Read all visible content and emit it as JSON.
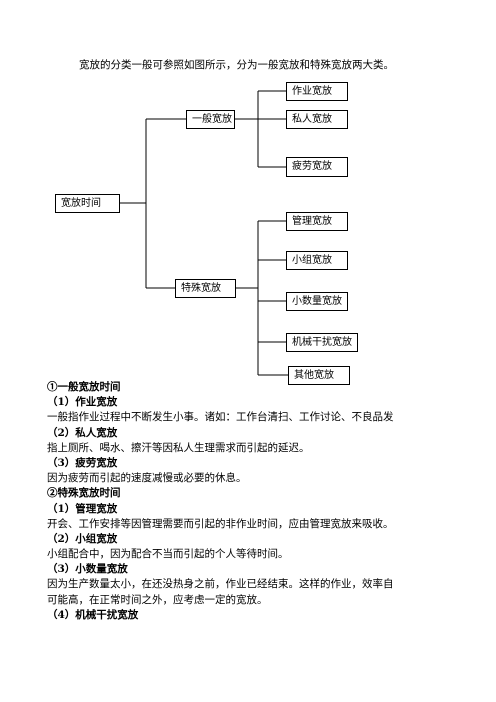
{
  "intro": "宽放的分类一般可参照如图所示，分为一般宽放和特殊宽放两大类。",
  "tree": {
    "root": "宽放时间",
    "general": {
      "label": "一般宽放",
      "children": [
        "作业宽放",
        "私人宽放",
        "疲劳宽放"
      ]
    },
    "special": {
      "label": "特殊宽放",
      "children": [
        "管理宽放",
        "小组宽放",
        "小数量宽放",
        "机械干扰宽放",
        "其他宽放"
      ]
    }
  },
  "sections": [
    {
      "text": "①一般宽放时间",
      "bold": true
    },
    {
      "text": "（1）作业宽放",
      "bold": true
    },
    {
      "text": "一般指作业过程中不断发生小事。诸如：工作台清扫、工作讨论、不良品发",
      "bold": false
    },
    {
      "text": "（2）私人宽放",
      "bold": true
    },
    {
      "text": "指上厕所、喝水、擦汗等因私人生理需求而引起的延迟。",
      "bold": false
    },
    {
      "text": "（3）疲劳宽放",
      "bold": true
    },
    {
      "text": "因为疲劳而引起的速度减慢或必要的休息。",
      "bold": false
    },
    {
      "text": "②特殊宽放时间",
      "bold": true
    },
    {
      "text": "（1）管理宽放",
      "bold": true
    },
    {
      "text": "开会、工作安排等因管理需要而引起的非作业时间，应由管理宽放来吸收。",
      "bold": false
    },
    {
      "text": "（2）小组宽放",
      "bold": true
    },
    {
      "text": "小组配合中，因为配合不当而引起的个人等待时间。",
      "bold": false
    },
    {
      "text": "（3）小数量宽放",
      "bold": true
    },
    {
      "text": "因为生产数量太小，在还没热身之前，作业已经结束。这样的作业，效率自",
      "bold": false
    },
    {
      "text": "可能高，在正常时间之外，应考虑一定的宽放。",
      "bold": false
    },
    {
      "text": "（4）机械干扰宽放",
      "bold": true
    }
  ]
}
